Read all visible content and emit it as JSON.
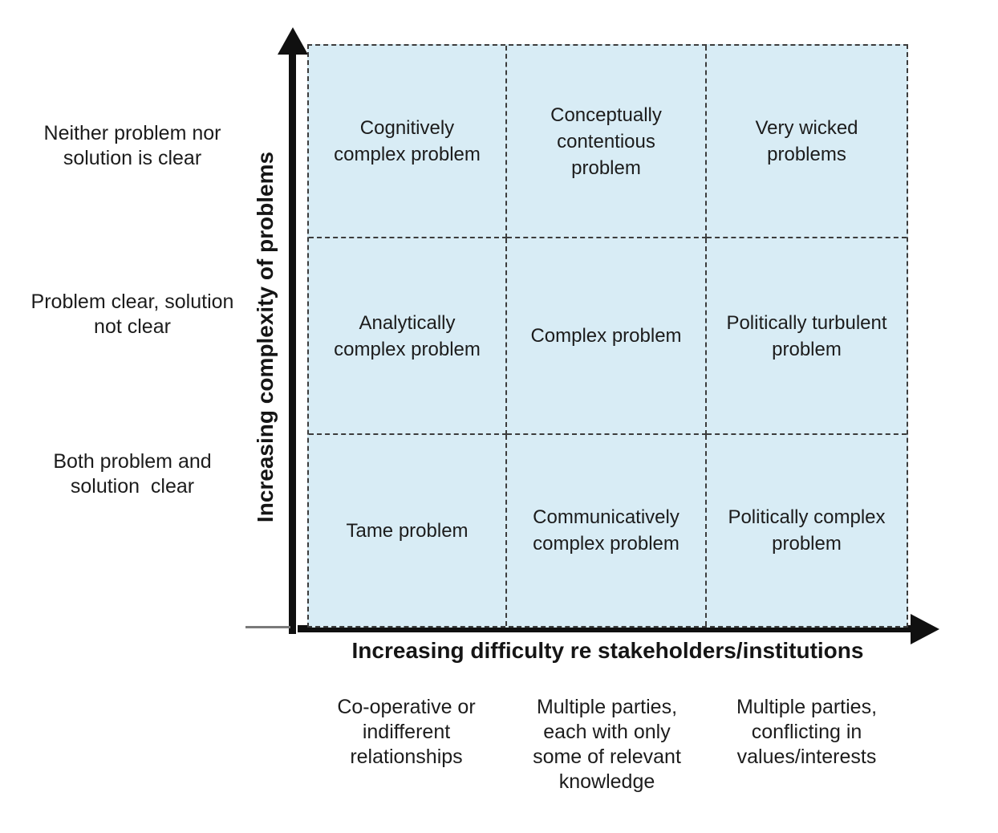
{
  "figure": {
    "y_axis_label": "Increasing complexity of problems",
    "x_axis_label": "Increasing difficulty re stakeholders/institutions",
    "row_labels": [
      "Neither problem nor\nsolution is clear",
      "Problem clear, solution\nnot clear",
      "Both problem and\nsolution  clear"
    ],
    "column_labels": [
      "Co-operative or\nindifferent\nrelationships",
      "Multiple parties,\neach with only\nsome of relevant\nknowledge",
      "Multiple parties,\nconflicting in\nvalues/interests"
    ],
    "cells": [
      [
        "Cognitively\ncomplex problem",
        "Conceptually\ncontentious\nproblem",
        "Very wicked\nproblems"
      ],
      [
        "Analytically\ncomplex problem",
        "Complex problem",
        "Politically turbulent\nproblem"
      ],
      [
        "Tame problem",
        "Communicatively\ncomplex problem",
        "Politically complex\nproblem"
      ]
    ]
  },
  "colors": {
    "cell_fill": "#d8ecf5",
    "grid_dash": "#3c3c3c",
    "axis_arrow": "#101010",
    "text": "#1c1c1c",
    "background": "#ffffff"
  }
}
